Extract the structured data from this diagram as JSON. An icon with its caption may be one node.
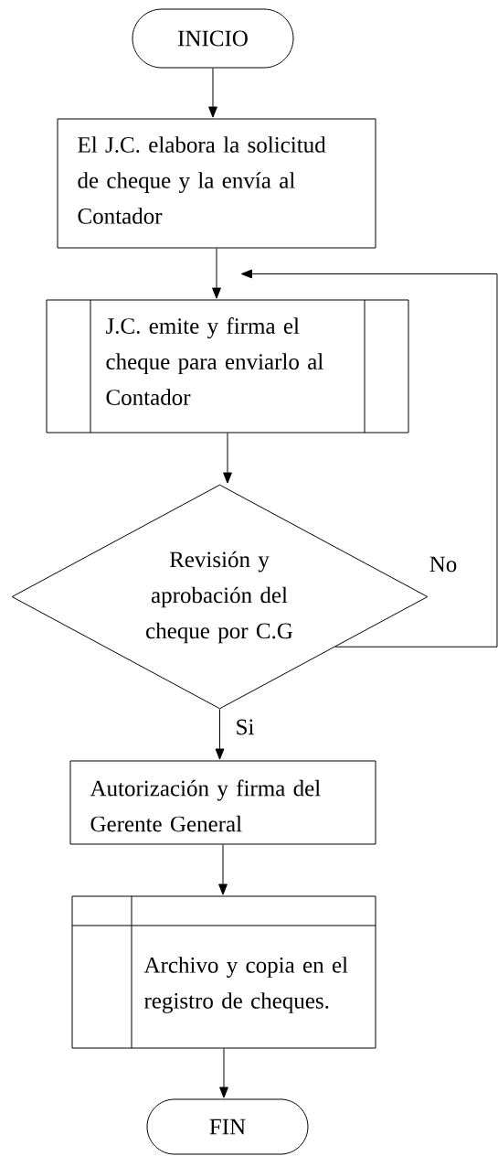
{
  "diagram": {
    "nodes": [
      {
        "text": [
          "INICIO"
        ]
      },
      {
        "text": [
          "El J.C. elabora la solicitud de cheque y la envía al Contador"
        ]
      },
      {
        "text": [
          "J.C. emite y firma el cheque para enviarlo al Contador"
        ]
      },
      {
        "text": [
          "Revisión y aprobación del cheque por C.G"
        ]
      },
      {
        "text": [
          "Autorización y firma del Gerente General"
        ]
      },
      {
        "text": [
          "Archivo y copia en el registro de cheques."
        ]
      },
      {
        "text": [
          "FIN"
        ]
      }
    ],
    "edges": [
      {
        "from": 0,
        "to": 1,
        "arrow": "to"
      },
      {
        "from": 1,
        "to": 2,
        "arrow": "to"
      },
      {
        "from": 2,
        "to": 3,
        "arrow": "to"
      },
      {
        "from": 3,
        "to": 4,
        "arrow": "to",
        "label": "Si"
      },
      {
        "from": 4,
        "to": 5,
        "arrow": "to"
      },
      {
        "from": 5,
        "to": 6,
        "arrow": "to"
      },
      {
        "from": 3,
        "to": 2,
        "arrow": "to",
        "label": "No"
      }
    ]
  }
}
